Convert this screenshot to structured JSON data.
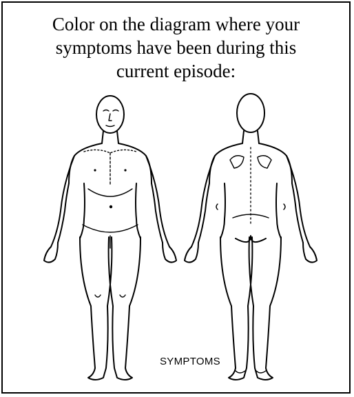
{
  "instructions": {
    "line1": "Color on the diagram where your",
    "line2": "symptoms have been during this",
    "line3": "current episode:"
  },
  "diagram": {
    "caption": "SYMPTOMS",
    "views": [
      "front-view",
      "back-view"
    ]
  }
}
